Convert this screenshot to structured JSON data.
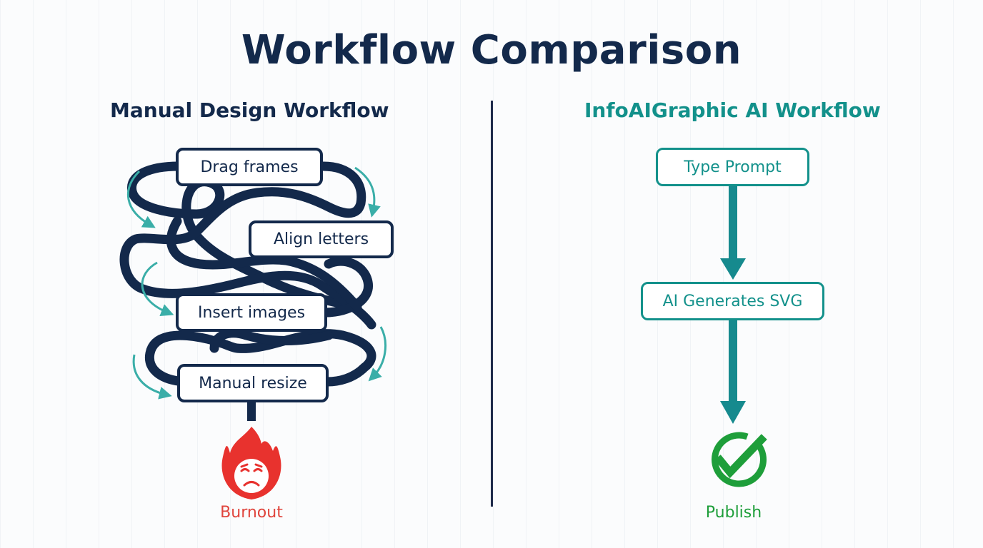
{
  "title": "Workflow Comparison",
  "manual": {
    "heading": "Manual Design Workflow",
    "steps": [
      "Drag frames",
      "Align letters",
      "Insert images",
      "Manual resize"
    ],
    "outcome": "Burnout",
    "outcome_icon": "burnout-fire-face-icon",
    "color": "#13294b",
    "accent": "#3aaea8",
    "outcome_color": "#e0453d"
  },
  "ai": {
    "heading": "InfoAIGraphic AI Workflow",
    "steps": [
      "Type Prompt",
      "AI Generates SVG"
    ],
    "outcome": "Publish",
    "outcome_icon": "check-circle-icon",
    "color": "#13918b",
    "outcome_color": "#1e9e3a"
  }
}
